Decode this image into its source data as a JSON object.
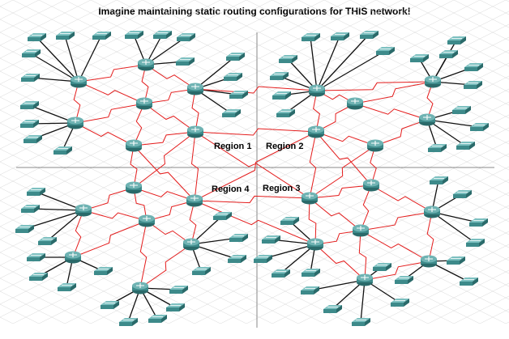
{
  "title": "Imagine maintaining static routing configurations for THIS network!",
  "regions": {
    "region1": "Region 1",
    "region2": "Region 2",
    "region3": "Region 3",
    "region4": "Region 4"
  },
  "colors": {
    "wan_link": "#e41c1c",
    "lan_link": "#111111",
    "device": "#3d8a8a",
    "grid": "#d8d8d8",
    "axis": "#888888"
  }
}
